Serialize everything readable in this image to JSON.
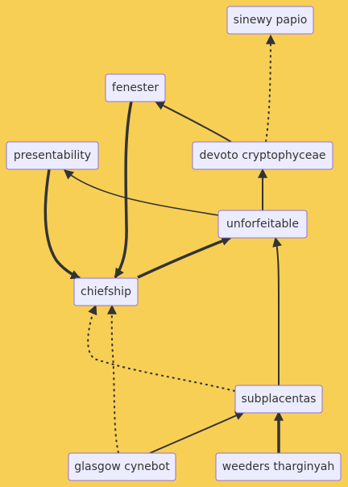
{
  "diagram": {
    "background": "#f7cf55",
    "node_fill": "#ececff",
    "node_border": "#9370db",
    "edge_color": "#333333",
    "nodes": {
      "sinewy_papio": "sinewy papio",
      "fenester": "fenester",
      "presentability": "presentability",
      "devoto_cryptophyceae": "devoto cryptophyceae",
      "unforfeitable": "unforfeitable",
      "chiefship": "chiefship",
      "subplacentas": "subplacentas",
      "glasgow_cynebot": "glasgow cynebot",
      "weeders_tharginyah": "weeders tharginyah"
    },
    "edges": [
      {
        "from": "devoto cryptophyceae",
        "to": "sinewy papio",
        "style": "dotted"
      },
      {
        "from": "devoto cryptophyceae",
        "to": "fenester",
        "style": "normal"
      },
      {
        "from": "unforfeitable",
        "to": "devoto cryptophyceae",
        "style": "normal"
      },
      {
        "from": "unforfeitable",
        "to": "presentability",
        "style": "normal"
      },
      {
        "from": "fenester",
        "to": "chiefship",
        "style": "thick"
      },
      {
        "from": "presentability",
        "to": "chiefship",
        "style": "thick"
      },
      {
        "from": "chiefship",
        "to": "unforfeitable",
        "style": "thick"
      },
      {
        "from": "subplacentas",
        "to": "unforfeitable",
        "style": "normal"
      },
      {
        "from": "subplacentas",
        "to": "chiefship",
        "style": "dotted"
      },
      {
        "from": "glasgow cynebot",
        "to": "chiefship",
        "style": "dotted"
      },
      {
        "from": "glasgow cynebot",
        "to": "subplacentas",
        "style": "normal"
      },
      {
        "from": "weeders tharginyah",
        "to": "subplacentas",
        "style": "thick"
      }
    ]
  }
}
